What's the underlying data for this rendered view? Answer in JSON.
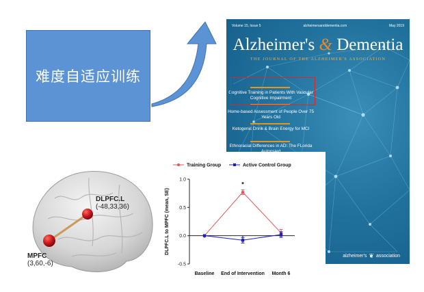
{
  "callout": {
    "text": "难度自适应训练"
  },
  "cover": {
    "issue_info": "Volume 15, Issue 5",
    "website": "alzheimersanddementia.com",
    "date": "May 2019",
    "title_part1": "Alzheimer's",
    "title_amp": "&",
    "title_part2": "Dementia",
    "subtitle": "THE JOURNAL OF THE ALZHEIMER'S ASSOCIATION",
    "articles": [
      "Cognitive Training in Patients With Vascular Cognitive Impairment",
      "Home-based Assessment of People Over 75 Years Old",
      "Ketogenic Drink & Brain Energy for MCI",
      "Ethnoracial Differences in AD: The FLorida Autopsied"
    ],
    "footer": "alzheimer's association",
    "footer_icon": "association-logo-icon",
    "highlight_color": "#d92626",
    "accent_color": "#e8951f"
  },
  "brain": {
    "regions": [
      {
        "name": "MPFC",
        "coords": "(3,60,-6)"
      },
      {
        "name": "DLPFC.L",
        "coords": "(-48,33,36)"
      }
    ],
    "node_color": "#c8161d",
    "edge_color": "#c99a5b"
  },
  "chart_data": {
    "type": "line",
    "categories": [
      "Baseline",
      "End of Intervention",
      "Month 6"
    ],
    "ylabel": "DLPFC.L to MPFC (mean, SE)",
    "ylim": [
      -0.5,
      1.0
    ],
    "yticks": [
      "1.0",
      "0.5",
      "0.0",
      "-0.5"
    ],
    "series": [
      {
        "name": "Training Group",
        "color": "#e0575b",
        "marker": "circle",
        "values": [
          0.0,
          0.77,
          0.05
        ],
        "errors": [
          0.0,
          0.04,
          0.06
        ]
      },
      {
        "name": "Active Control Group",
        "color": "#1b1fb8",
        "marker": "square",
        "values": [
          0.0,
          -0.08,
          0.02
        ],
        "errors": [
          0.0,
          0.05,
          0.05
        ]
      }
    ],
    "annotations": [
      {
        "category": "End of Intervention",
        "text": "*"
      }
    ]
  }
}
